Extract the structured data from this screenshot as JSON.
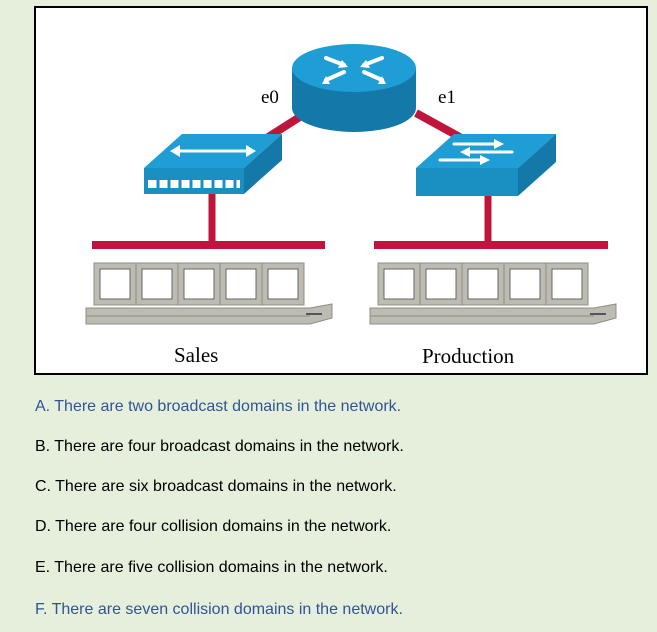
{
  "diagram": {
    "interfaces": {
      "e0": "e0",
      "e1": "e1"
    },
    "segments": {
      "left": "Sales",
      "right": "Production"
    },
    "colors": {
      "link": "#c0143c",
      "device_top": "#1e9ed4",
      "device_side": "#1479a8",
      "device_front": "#1a8fc2",
      "host_frame": "#bdbcb2",
      "host_screen": "#ffffff"
    }
  },
  "options": [
    {
      "text": "A. There are two broadcast domains in the network.",
      "highlight": true
    },
    {
      "text": "B. There are four broadcast domains in the network.",
      "highlight": false
    },
    {
      "text": "C. There are six broadcast domains in the network.",
      "highlight": false
    },
    {
      "text": "D. There are four collision domains in the network.",
      "highlight": false
    },
    {
      "text": "E. There are five collision domains in the network.",
      "highlight": false
    },
    {
      "text": "F. There are seven collision domains in the network.",
      "highlight": true
    }
  ]
}
